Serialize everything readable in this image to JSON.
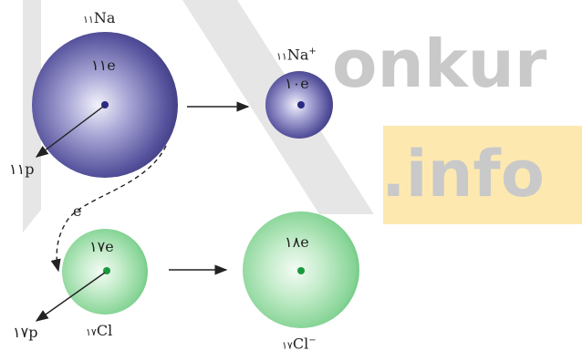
{
  "watermark": {
    "text_top": "onkur",
    "text_bottom": ".info",
    "colors": {
      "gray": "#c9c9c9",
      "orange_band": "#fde9b0",
      "light_gray": "#e2e2e2"
    }
  },
  "atoms": {
    "na": {
      "symbol": "Na",
      "prefix": "۱۱",
      "electrons": "۱۱e",
      "protons": "۱۱p",
      "color": "#5a56a0"
    },
    "na_ion": {
      "symbol": "Na",
      "charge": "+",
      "prefix": "۱۱",
      "electrons": "۱۰e",
      "color": "#5a56a0"
    },
    "cl": {
      "symbol": "Cl",
      "prefix": "۱۷",
      "electrons": "۱۷e",
      "protons": "۱۷p",
      "color": "#7ccf8e"
    },
    "cl_ion": {
      "symbol": "Cl",
      "charge": "−",
      "prefix": "۱۷",
      "electrons": "۱۸e",
      "color": "#7ccf8e"
    }
  },
  "transfer_label": "e"
}
